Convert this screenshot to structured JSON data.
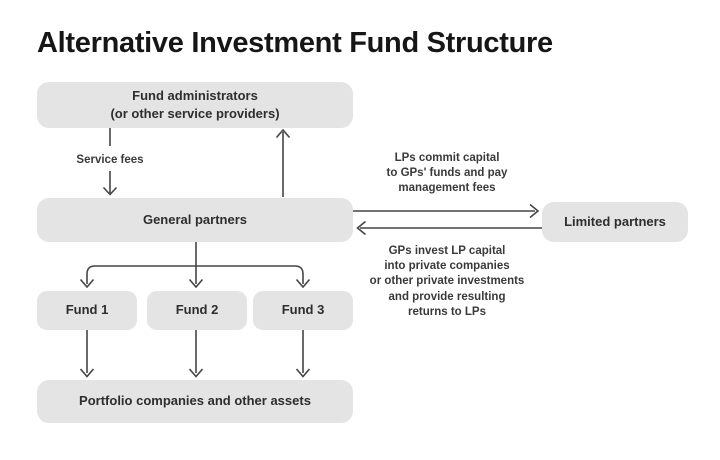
{
  "title": "Alternative Investment Fund Structure",
  "boxes": {
    "fund_administrators": "Fund administrators\n(or other service providers)",
    "general_partners": "General partners",
    "limited_partners": "Limited partners",
    "fund_1": "Fund 1",
    "fund_2": "Fund 2",
    "fund_3": "Fund 3",
    "portfolio": "Portfolio companies and other assets"
  },
  "labels": {
    "service_fees": "Service fees",
    "lps_commit": "LPs commit capital\nto GPs' funds and pay\nmanagement fees",
    "gps_invest": "GPs invest LP capital\ninto private companies\nor other private investments\nand provide resulting\nreturns to LPs"
  },
  "colors": {
    "box_fill": "#e4e4e4",
    "arrow": "#454545",
    "text": "#2e2e2e",
    "label_text": "#3a3a3a"
  }
}
